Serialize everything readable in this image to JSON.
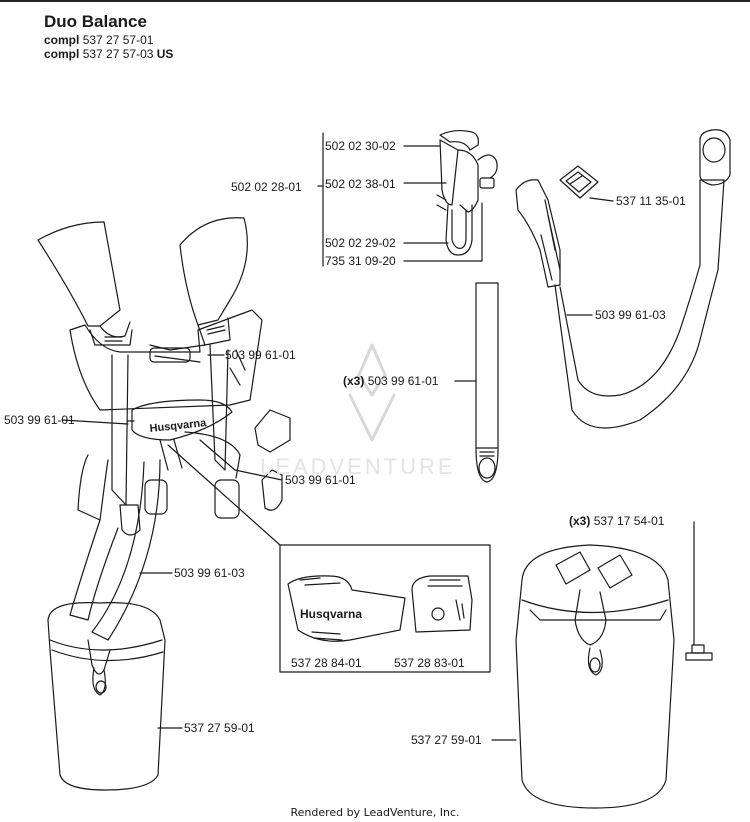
{
  "header": {
    "title": "Duo Balance",
    "lines": [
      {
        "prefix": "compl",
        "number": "537 27 57-01",
        "suffix": ""
      },
      {
        "prefix": "compl",
        "number": "537 27 57-03",
        "suffix": "US"
      }
    ]
  },
  "watermark": "LEADVENTURE",
  "brand_text": "Husqvarna",
  "parts": {
    "bracket_main": "502 02 28-01",
    "bracket_a": "502 02 30-02",
    "bracket_b": "502 02 38-01",
    "bracket_c": "502 02 29-02",
    "bracket_d": "735 31 09-20",
    "buckle": "537 11 35-01",
    "hip_strap": "503 99 61-03",
    "strap_set_qty": "(x3)",
    "strap_set": "503 99 61-01",
    "harness_strap_top": "503 99 61-01",
    "harness_strap_left": "503 99 61-01",
    "harness_strap_mid": "503 99 61-01",
    "harness_hip_strap": "503 99 61-03",
    "pad_left": "537 28 84-01",
    "pad_right": "537 28 83-01",
    "screw_qty": "(x3)",
    "screw": "537 17 54-01",
    "bag_left": "537 27 59-01",
    "bag_right": "537 27 59-01"
  },
  "footer": "Rendered by LeadVenture, Inc."
}
